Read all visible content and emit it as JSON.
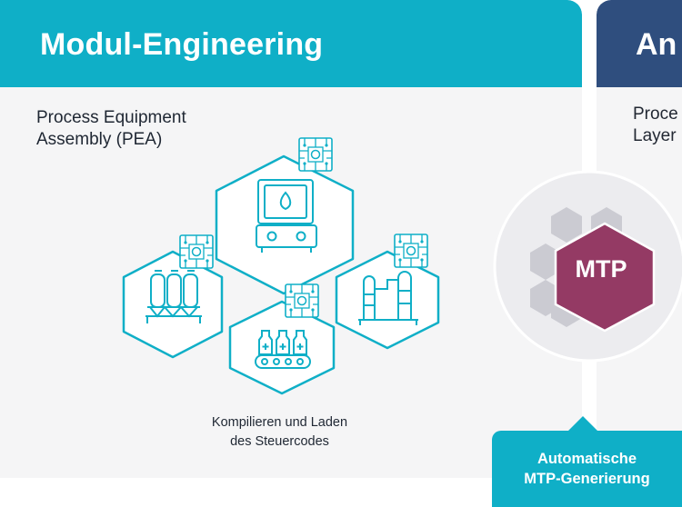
{
  "left_panel": {
    "title": "Modul-Engineering",
    "pea_label": "Process Equipment\nAssembly (PEA)",
    "caption": "Kompilieren und Laden\ndes Steuercodes"
  },
  "right_panel": {
    "title": "An",
    "subtitle": "Proce\nLayer"
  },
  "mtp_badge": {
    "label": "MTP"
  },
  "callout": {
    "text": "Automatische\nMTP-Generierung"
  },
  "icons": {
    "module_top": "heating-module-icon",
    "module_left": "tank-module-icon",
    "module_right": "column-module-icon",
    "module_bottom": "bottling-module-icon",
    "controller": "control-chip-icon"
  },
  "colors": {
    "teal": "#0fafc7",
    "navy": "#2f4e7e",
    "mtp": "#943a64",
    "panel_bg": "#f5f5f6"
  }
}
